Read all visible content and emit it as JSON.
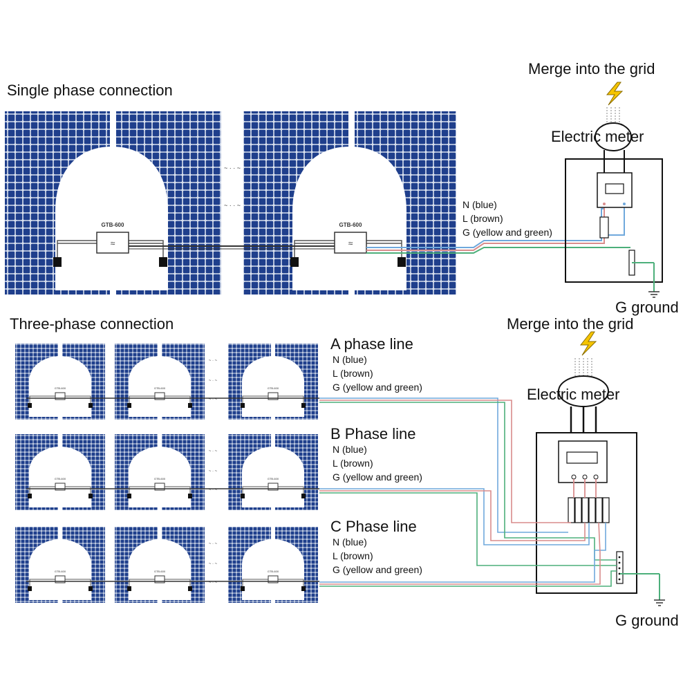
{
  "single": {
    "title": "Single phase connection",
    "grid_label": "Merge into the grid",
    "meter_label": "Electric meter",
    "wire_n": "N (blue)",
    "wire_l": "L (brown)",
    "wire_g": "G (yellow and  green)",
    "ground_label": "G ground",
    "inverter_label": "GTB-600"
  },
  "three": {
    "title": "Three-phase connection",
    "grid_label": "Merge into the grid",
    "meter_label": "Electric meter",
    "ground_label": "G ground",
    "inverter_label": "GTB-600",
    "phases": [
      {
        "name": "A phase line",
        "n": "N (blue)",
        "l": "L (brown)",
        "g": "G (yellow and  green)"
      },
      {
        "name": "B Phase line",
        "n": "N (blue)",
        "l": "L (brown)",
        "g": "G (yellow and  green)"
      },
      {
        "name": "C Phase line",
        "n": "N (blue)",
        "l": "L (brown)",
        "g": "G (yellow and  green)"
      }
    ]
  },
  "colors": {
    "panel": "#1f3f8c",
    "neutral_wire": "#6fa8dc",
    "live_wire": "#d98c8c",
    "ground_wire": "#4caf7a",
    "lightning": "#f5c400"
  }
}
